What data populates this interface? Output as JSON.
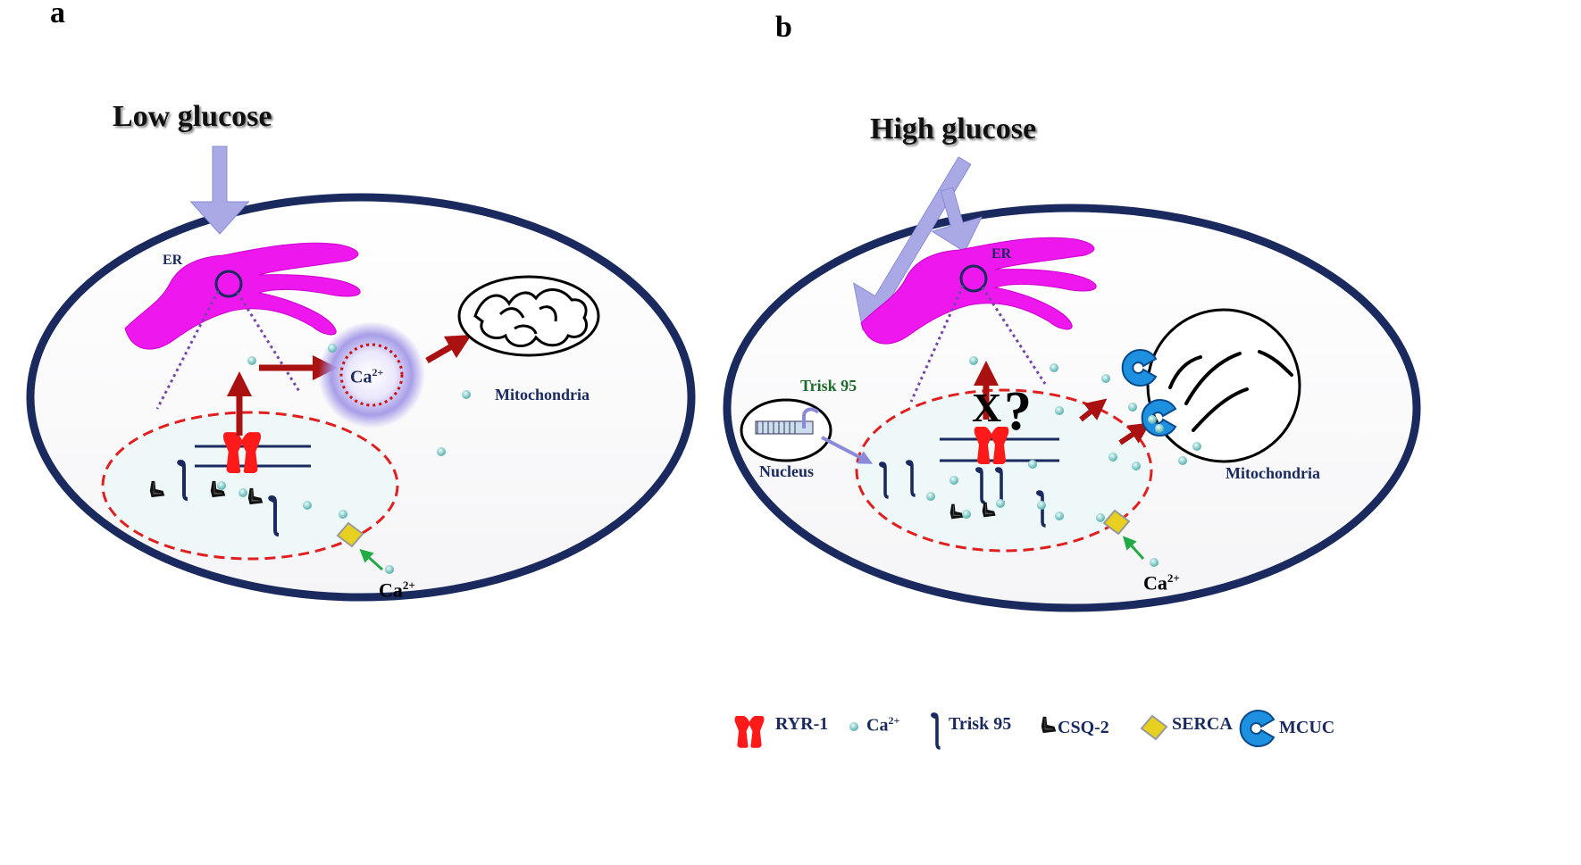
{
  "panels": {
    "a": {
      "letter": "a",
      "stimulus": "Low glucose",
      "er_label": "ER",
      "ca_label": "Ca",
      "ca_sup": "2+",
      "mito_label": "Mitochondria",
      "ca_bottom": "Ca",
      "ca_bottom_sup": "2+"
    },
    "b": {
      "letter": "b",
      "stimulus": "High glucose",
      "er_label": "ER",
      "trisk_label": "Trisk 95",
      "nucleus_label": "Nucleus",
      "block_mark": "X",
      "question_mark": "?",
      "mito_label": "Mitochondria",
      "ca_bottom": "Ca",
      "ca_bottom_sup": "2+"
    }
  },
  "legend": {
    "ryr": "RYR-1",
    "ca": "Ca",
    "ca_sup": "2+",
    "trisk": "Trisk 95",
    "csq": "CSQ-2",
    "serca": "SERCA",
    "mcuc": "MCUC"
  },
  "colors": {
    "cell_border": "#1a2a5e",
    "er": "#ee18ee",
    "er_membrane": "#1a2a5e",
    "arrow_red": "#aa1111",
    "ryr": "#ff1a1a",
    "glucose_arrow": "#a9a9e6",
    "ca_halo": "#8877dd",
    "serca": "#e8d020",
    "mcuc": "#1e90e0",
    "ca_ion": "#8fd2d0",
    "serca_arrow": "#22aa44",
    "trisk_green": "#1e6a2a"
  }
}
